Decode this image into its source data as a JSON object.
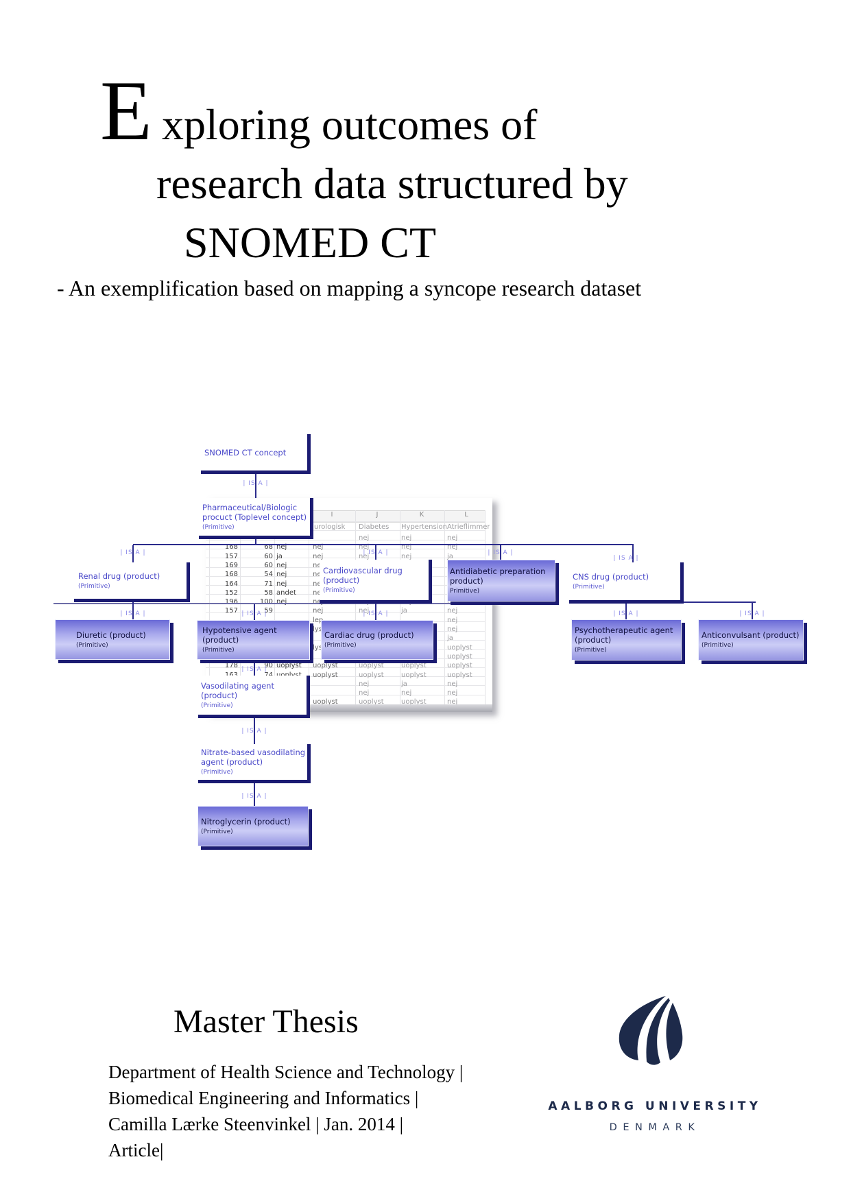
{
  "colors": {
    "node_border": "#1b1b72",
    "node_text_blue": "#4a49c9",
    "isa_label": "#8a88e8",
    "connector": "#2b2b8c",
    "filled_box_top": "#6a6ad6",
    "filled_box_light": "#cccdf6",
    "filled_box_bottom": "#9595e2",
    "aau_navy": "#1d2a4a"
  },
  "page": {
    "title": {
      "dropcap": "E",
      "line1": "xploring outcomes of",
      "line2": "research data structured by",
      "line3": "SNOMED CT",
      "subtitle": "- An exemplification based on mapping a syncope research dataset"
    },
    "footer": {
      "heading": "Master Thesis",
      "dept_lines": [
        "Department of Health Science and Technology |",
        "Biomedical Engineering and Informatics |",
        "Camilla Lærke Steenvinkel | Jan. 2014 |",
        "Article|"
      ],
      "university": "AALBORG UNIVERSITY",
      "country": "DENMARK"
    }
  },
  "diagram": {
    "isa_label": "| IS A |",
    "nodes": [
      {
        "id": "snomed",
        "lines": [
          "SNOMED CT concept"
        ],
        "primitive": ""
      },
      {
        "id": "pharma",
        "lines": [
          "Pharmaceutical/Biologic",
          "procuct (Toplevel concept)"
        ],
        "primitive": "(Primitive)"
      },
      {
        "id": "renal",
        "lines": [
          "Renal drug (product)"
        ],
        "primitive": "(Primitive)"
      },
      {
        "id": "cardio",
        "lines": [
          "Cardiovascular drug",
          "(product)"
        ],
        "primitive": "(Primitive)"
      },
      {
        "id": "antidiab",
        "lines": [
          "Antidiabetic preparation",
          " product)"
        ],
        "primitive": "Primitive)"
      },
      {
        "id": "cns",
        "lines": [
          "CNS drug (product)"
        ],
        "primitive": "(Primitive)"
      },
      {
        "id": "diuretic",
        "lines": [
          "Diuretic (product)"
        ],
        "primitive": "(Primitive)"
      },
      {
        "id": "hypo",
        "lines": [
          "Hypotensive agent",
          "(product)"
        ],
        "primitive": "(Primitive)"
      },
      {
        "id": "cardiac",
        "lines": [
          "Cardiac drug (product)"
        ],
        "primitive": "(Primitive)"
      },
      {
        "id": "psycho",
        "lines": [
          "Psychotherapeutic agent",
          "(product)"
        ],
        "primitive": "(Primitive)"
      },
      {
        "id": "anticonv",
        "lines": [
          "Anticonvulsant (product)"
        ],
        "primitive": "(Primitive)"
      },
      {
        "id": "vaso",
        "lines": [
          "Vasodilating agent",
          "(product)"
        ],
        "primitive": "(Primitive)"
      },
      {
        "id": "nitrate",
        "lines": [
          "Nitrate-based vasodilating",
          "agent (product)"
        ],
        "primitive": "(Primitive)"
      },
      {
        "id": "nitro",
        "lines": [
          "Nitroglycerin (product)"
        ],
        "primitive": "(Primitive)"
      }
    ]
  },
  "spreadsheet": {
    "col_letters": [
      "I",
      "J",
      "K",
      "L"
    ],
    "col_headers": [
      "urologisk",
      "Diabetes",
      "Hypertension",
      "Atrieflimmer"
    ],
    "rows": [
      [
        "",
        "",
        "",
        "",
        "nej",
        "nej",
        "nej"
      ],
      [
        "168",
        "68",
        "nej",
        "nej",
        "nej",
        "nej",
        "nej"
      ],
      [
        "157",
        "60",
        "ja",
        "nej",
        "nej",
        "nej",
        "ja"
      ],
      [
        "169",
        "60",
        "nej",
        "nej",
        "",
        "",
        ""
      ],
      [
        "168",
        "54",
        "nej",
        "nej",
        "",
        "",
        ""
      ],
      [
        "164",
        "71",
        "nej",
        "nej",
        "",
        "",
        ""
      ],
      [
        "152",
        "58",
        "andet",
        "nej",
        "",
        "",
        ""
      ],
      [
        "196",
        "100",
        "nej",
        "nej",
        "nej",
        "nej",
        "nej"
      ],
      [
        "157",
        "59",
        "",
        "nej",
        "nej",
        "ja",
        "nej"
      ],
      [
        "",
        "",
        "",
        "lep",
        "",
        "",
        "nej"
      ],
      [
        "",
        "",
        "",
        "lys",
        "",
        "",
        "nej"
      ],
      [
        "",
        "",
        "",
        "",
        "",
        "",
        "ja"
      ],
      [
        "",
        "",
        "",
        "lys",
        "",
        "",
        "uoplyst"
      ],
      [
        "",
        "",
        "",
        "",
        "",
        "",
        "uoplyst"
      ],
      [
        "178",
        "90",
        "uoplyst",
        "uoplyst",
        "uoplyst",
        "uoplyst",
        "uoplyst"
      ],
      [
        "163",
        "74",
        "uoplyst",
        "uoplyst",
        "uoplyst",
        "uoplyst",
        "uoplyst"
      ],
      [
        "",
        "",
        "",
        "",
        "nej",
        "ja",
        "nej"
      ],
      [
        "",
        "",
        "",
        "",
        "nej",
        "nej",
        "nej"
      ],
      [
        "",
        "",
        "blyst",
        "uoplyst",
        "uoplyst",
        "uoplyst",
        "nej"
      ]
    ]
  }
}
